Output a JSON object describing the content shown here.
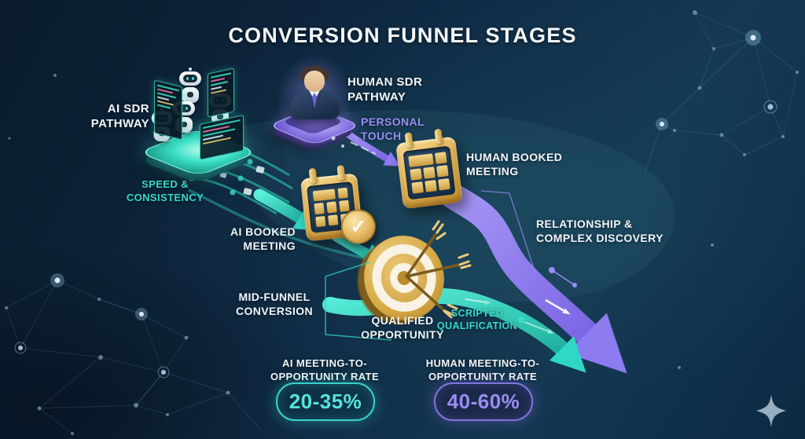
{
  "title": "CONVERSION FUNNEL STAGES",
  "ai_pathway": {
    "label": "AI SDR PATHWAY",
    "trait_label": "SPEED & CONSISTENCY",
    "meeting_label": "AI BOOKED MEETING",
    "qualification_label": "SCRIPTED QUALIFICATION",
    "rate_label": "AI MEETING-TO-OPPORTUNITY RATE",
    "rate_value": "20-35%",
    "accent_color": "#35d9c6"
  },
  "human_pathway": {
    "label": "HUMAN SDR PATHWAY",
    "trait_label": "PERSONAL TOUCH",
    "meeting_label": "HUMAN BOOKED MEETING",
    "discovery_label": "RELATIONSHIP & COMPLEX DISCOVERY",
    "rate_label": "HUMAN MEETING-TO-OPPORTUNITY RATE",
    "rate_value": "40-60%",
    "accent_color": "#978df2"
  },
  "funnel": {
    "mid_label": "MID-FUNNEL CONVERSION",
    "qualified_label": "QUALIFIED OPPORTUNITY"
  },
  "glyphs": {
    "check": "✓"
  },
  "colors": {
    "background": "#0d2438",
    "teal": "#2fd7c4",
    "purple": "#8d7bf0",
    "gold": "#e0b053",
    "text": "#f2f6f9"
  }
}
